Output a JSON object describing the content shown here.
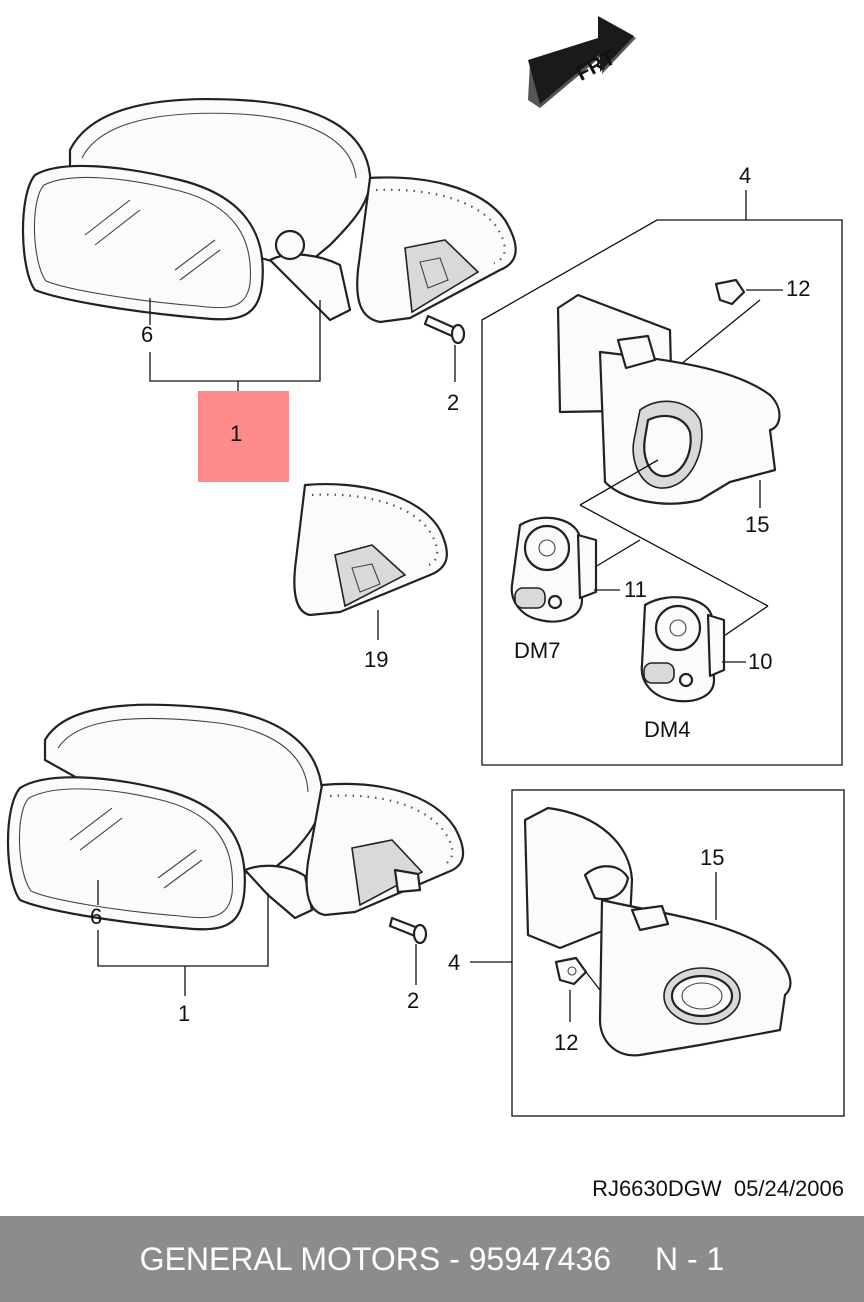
{
  "direction_arrow": {
    "label": "FRT"
  },
  "callouts": {
    "mirror_assembly_top": "1",
    "glass_top": "6",
    "bolt_top": "2",
    "cover_top": "4",
    "clip_top": "12",
    "housing_top": "15",
    "switch_dm7": "11",
    "switch_dm4": "10",
    "base_19": "19",
    "mirror_assembly_bottom": "1",
    "glass_bottom": "6",
    "bolt_bottom": "2",
    "cover_bottom": "4",
    "housing_bottom": "15",
    "clip_bottom": "12"
  },
  "variants": {
    "dm7": "DM7",
    "dm4": "DM4"
  },
  "drawing_code": {
    "number": "RJ6630DGW",
    "date": "05/24/2006"
  },
  "footer": {
    "maker": "GENERAL MOTORS - 95947436",
    "page": "N - 1"
  },
  "highlight_color": "#ff8a8a",
  "footer_color": "#8c8c8c"
}
